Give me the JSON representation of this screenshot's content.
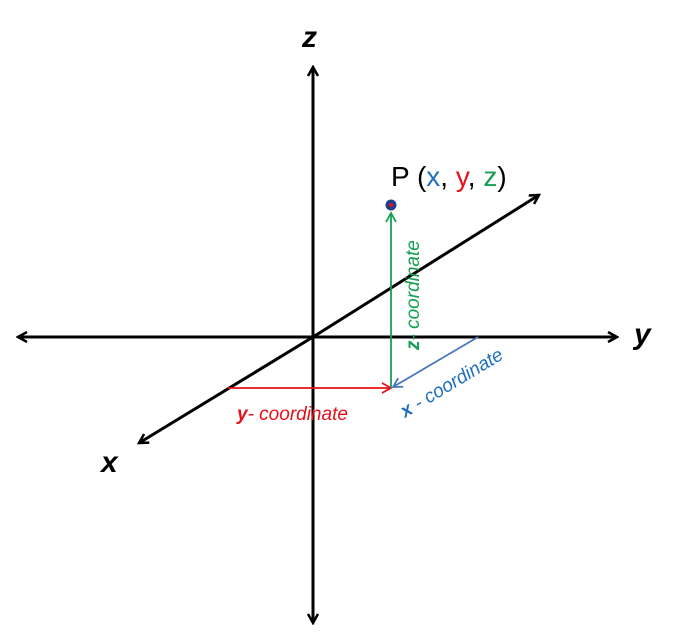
{
  "axes": {
    "x_label": "x",
    "y_label": "y",
    "z_label": "z"
  },
  "point": {
    "name": "P",
    "open_paren": " (",
    "x": "x",
    "comma1": ", ",
    "y": "y",
    "comma2": ", ",
    "z": "z",
    "close_paren": ")"
  },
  "coordinates": {
    "x": {
      "letter": "x",
      "text": " - coordinate"
    },
    "y": {
      "letter": "y",
      "text": "- coordinate"
    },
    "z": {
      "letter": "z",
      "text": "- coordinate"
    }
  },
  "colors": {
    "axis": "#000000",
    "x": "#1f6fc0",
    "y": "#e8101a",
    "z": "#14a050",
    "point_fill": "#1f3f8f",
    "point_center": "#e8101a"
  }
}
